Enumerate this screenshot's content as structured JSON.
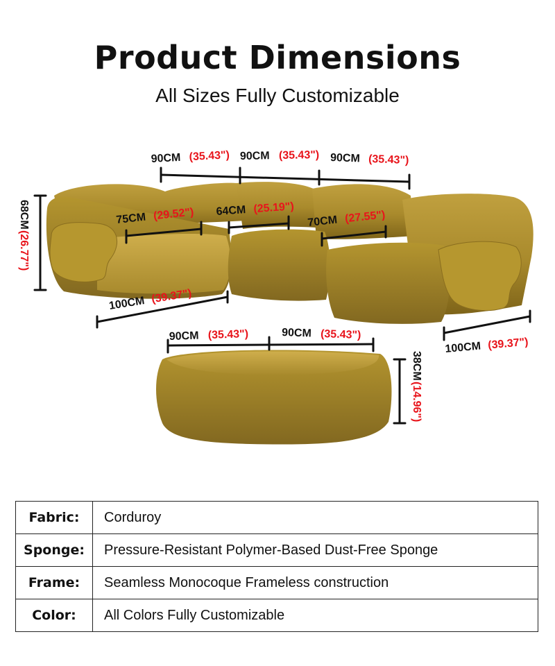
{
  "header": {
    "title": "Product Dimensions",
    "subtitle": "All Sizes Fully Customizable"
  },
  "colors": {
    "fabric": "#a98a2c",
    "fabric_shadow": "#7e6419",
    "fabric_highlight": "#c5a443",
    "dimension_red": "#e8141b"
  },
  "dimensions": {
    "top_left": {
      "cm": "90CM",
      "inch": "(35.43\")"
    },
    "top_middle": {
      "cm": "90CM",
      "inch": "(35.43\")"
    },
    "top_right": {
      "cm": "90CM",
      "inch": "(35.43\")"
    },
    "seat_left": {
      "cm": "75CM",
      "inch": "(29.52\")"
    },
    "seat_middle": {
      "cm": "64CM",
      "inch": "(25.19\")"
    },
    "seat_right": {
      "cm": "70CM",
      "inch": "(27.55\")"
    },
    "depth_left": {
      "cm": "100CM",
      "inch": "(39.37\")"
    },
    "depth_right": {
      "cm": "100CM",
      "inch": "(39.37\")"
    },
    "height": {
      "cm": "68CM",
      "inch": "(26.77\")"
    },
    "ottoman_left": {
      "cm": "90CM",
      "inch": "(35.43\")"
    },
    "ottoman_right": {
      "cm": "90CM",
      "inch": "(35.43\")"
    },
    "ottoman_height": {
      "cm": "38CM",
      "inch": "(14.96\")"
    }
  },
  "specs": [
    {
      "label": "Fabric:",
      "value": "Corduroy"
    },
    {
      "label": "Sponge:",
      "value": "Pressure-Resistant Polymer-Based Dust-Free Sponge"
    },
    {
      "label": "Frame:",
      "value": "Seamless Monocoque Frameless construction"
    },
    {
      "label": "Color:",
      "value": "All Colors Fully Customizable"
    }
  ]
}
